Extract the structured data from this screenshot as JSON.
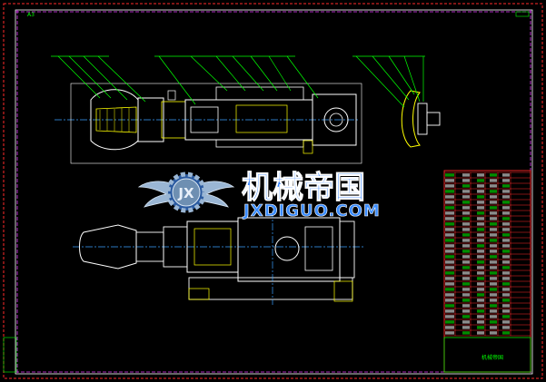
{
  "drawing": {
    "frame_label": "A3",
    "background": "#000000",
    "colors": {
      "border": "#ff2a2a",
      "frame": "#e63cff",
      "part": "#ffffff",
      "hidden": "#ffff00",
      "leader": "#00ff00",
      "center": "#3aa0ff",
      "section": "#ff2a2a"
    }
  },
  "watermark": {
    "title": "机械帝国",
    "url": "JXDIGUO.COM",
    "emblem_text": "JX",
    "emblem_icon": "gear-wings-emblem",
    "colors": {
      "text": "#2a7cff",
      "url": "#3a8cff",
      "emblem": "#9ab6d4"
    }
  },
  "title_block": {
    "heading": "机械帝国"
  }
}
